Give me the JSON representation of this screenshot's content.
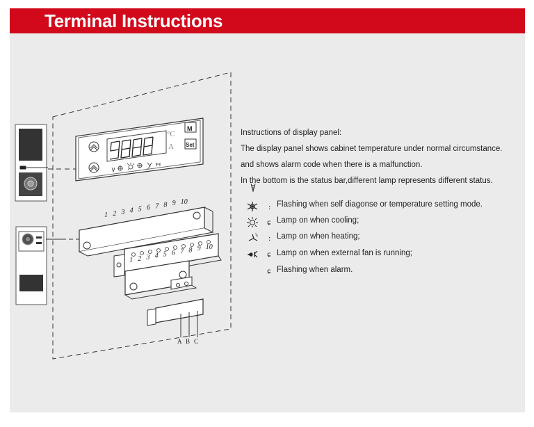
{
  "header": {
    "title": "Terminal Instructions"
  },
  "display_panel": {
    "unit_c": "°C",
    "unit_a": "A",
    "button_m": "M",
    "button_set": "Set"
  },
  "terminal_block_large": {
    "top_numbers": [
      "1",
      "2",
      "3",
      "4",
      "5",
      "6",
      "7",
      "8",
      "9",
      "10"
    ],
    "plug_numbers": [
      "1",
      "2",
      "3",
      "4",
      "5",
      "6",
      "7",
      "8",
      "9",
      "10"
    ]
  },
  "terminal_block_small": {
    "labels": [
      "A",
      "B",
      "C"
    ]
  },
  "instructions": {
    "heading": "Instructions of display panel:",
    "line1": "The display panel shows cabinet temperature under normal circumstance.",
    "line2": "and shows alarm code when there is a malfunction.",
    "line3": "In the bottom is the status bar,different lamp represents different status.",
    "items": [
      {
        "icon": "snowflake-icon",
        "separator": ":",
        "text": "Flashing when self diagonse or temperature setting mode."
      },
      {
        "icon": "sun-icon",
        "separator": "ɕ",
        "text": "Lamp on when cooling;"
      },
      {
        "icon": "heat-fan-icon",
        "separator": ":",
        "text": "Lamp on when heating;"
      },
      {
        "icon": "fan-icon",
        "separator": "ɕ",
        "text": "Lamp on when external fan is running;"
      },
      {
        "icon": "",
        "separator": "ɕ",
        "text": "Flashing when alarm."
      }
    ]
  }
}
